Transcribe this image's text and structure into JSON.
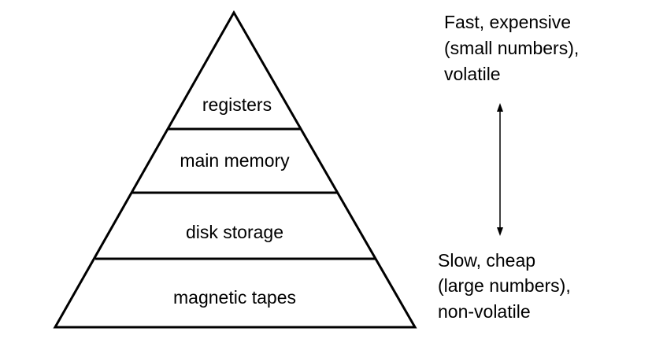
{
  "hierarchy": {
    "layers": [
      {
        "label": "registers"
      },
      {
        "label": "main memory"
      },
      {
        "label": "disk storage"
      },
      {
        "label": "magnetic tapes"
      }
    ]
  },
  "top_note": {
    "lines": [
      "Fast, expensive",
      "(small numbers),",
      "volatile"
    ]
  },
  "bottom_note": {
    "lines": [
      "Slow, cheap",
      "(large numbers),",
      "non-volatile"
    ]
  }
}
